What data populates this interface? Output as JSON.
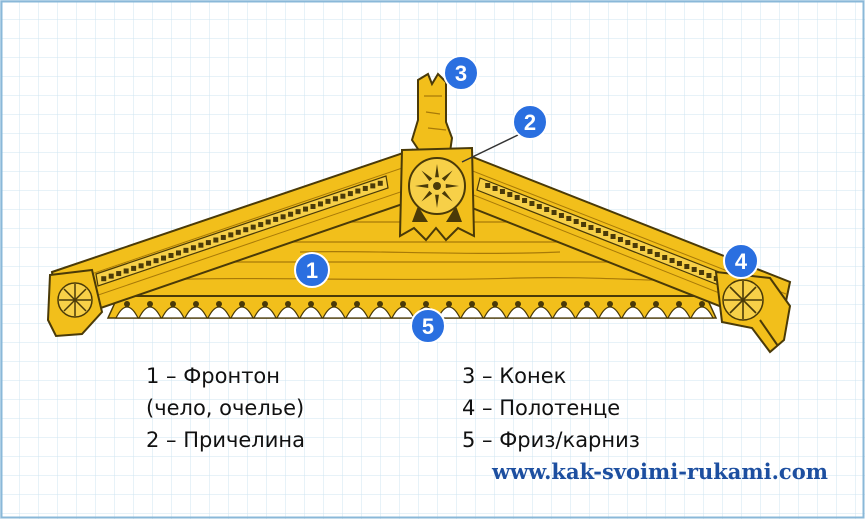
{
  "colors": {
    "background": "#ffffff",
    "grid": "#cfe4f2",
    "wood": "#f2bf1b",
    "wood_dark": "#a87a08",
    "outline": "#4a3a08",
    "badge": "#2a6fe0",
    "url": "#1d4fa0"
  },
  "callouts": [
    {
      "number": "1",
      "target": "gable"
    },
    {
      "number": "2",
      "target": "bargeboard"
    },
    {
      "number": "3",
      "target": "ridge"
    },
    {
      "number": "4",
      "target": "towel"
    },
    {
      "number": "5",
      "target": "frieze"
    }
  ],
  "legend": {
    "item1_line1": "1 – Фронтон",
    "item1_line2": "(чело, очелье)",
    "item2": "2 – Причелина",
    "item3": "3 – Конек",
    "item4": "4 – Полотенце",
    "item5": "5 – Фриз/карниз"
  },
  "watermark": "www.kak-svoimi-rukami.com"
}
